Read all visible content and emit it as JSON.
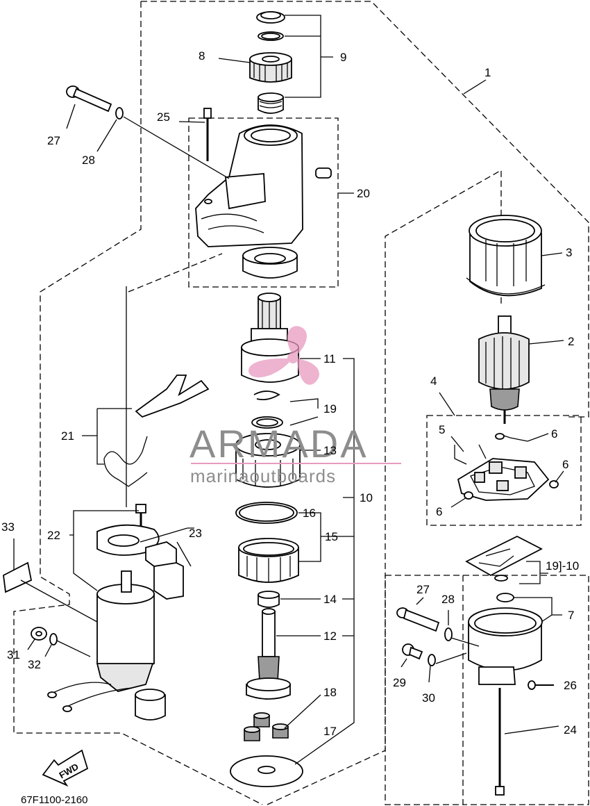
{
  "diagram_code": "67F1100-2160",
  "fwd_label": "FWD",
  "watermark": {
    "title": "ARMADA",
    "subtitle": "marinaoutboards",
    "color": "#e89ac0"
  },
  "callouts": [
    {
      "id": "c1",
      "text": "1"
    },
    {
      "id": "c2",
      "text": "2"
    },
    {
      "id": "c3",
      "text": "3"
    },
    {
      "id": "c4",
      "text": "4"
    },
    {
      "id": "c5",
      "text": "5"
    },
    {
      "id": "c6a",
      "text": "6"
    },
    {
      "id": "c6b",
      "text": "6"
    },
    {
      "id": "c6c",
      "text": "6"
    },
    {
      "id": "c7",
      "text": "7"
    },
    {
      "id": "c8",
      "text": "8"
    },
    {
      "id": "c9",
      "text": "9"
    },
    {
      "id": "c10a",
      "text": "10"
    },
    {
      "id": "c10b",
      "text": "19]-10"
    },
    {
      "id": "c11",
      "text": "11"
    },
    {
      "id": "c12",
      "text": "12"
    },
    {
      "id": "c13",
      "text": "13"
    },
    {
      "id": "c14",
      "text": "14"
    },
    {
      "id": "c15",
      "text": "15"
    },
    {
      "id": "c16",
      "text": "16"
    },
    {
      "id": "c17",
      "text": "17"
    },
    {
      "id": "c18",
      "text": "18"
    },
    {
      "id": "c19",
      "text": "19"
    },
    {
      "id": "c20",
      "text": "20"
    },
    {
      "id": "c21",
      "text": "21"
    },
    {
      "id": "c22",
      "text": "22"
    },
    {
      "id": "c23",
      "text": "23"
    },
    {
      "id": "c24",
      "text": "24"
    },
    {
      "id": "c25",
      "text": "25"
    },
    {
      "id": "c26",
      "text": "26"
    },
    {
      "id": "c27a",
      "text": "27"
    },
    {
      "id": "c27b",
      "text": "27"
    },
    {
      "id": "c28a",
      "text": "28"
    },
    {
      "id": "c28b",
      "text": "28"
    },
    {
      "id": "c29",
      "text": "29"
    },
    {
      "id": "c30",
      "text": "30"
    },
    {
      "id": "c31",
      "text": "31"
    },
    {
      "id": "c32",
      "text": "32"
    },
    {
      "id": "c33",
      "text": "33"
    }
  ]
}
